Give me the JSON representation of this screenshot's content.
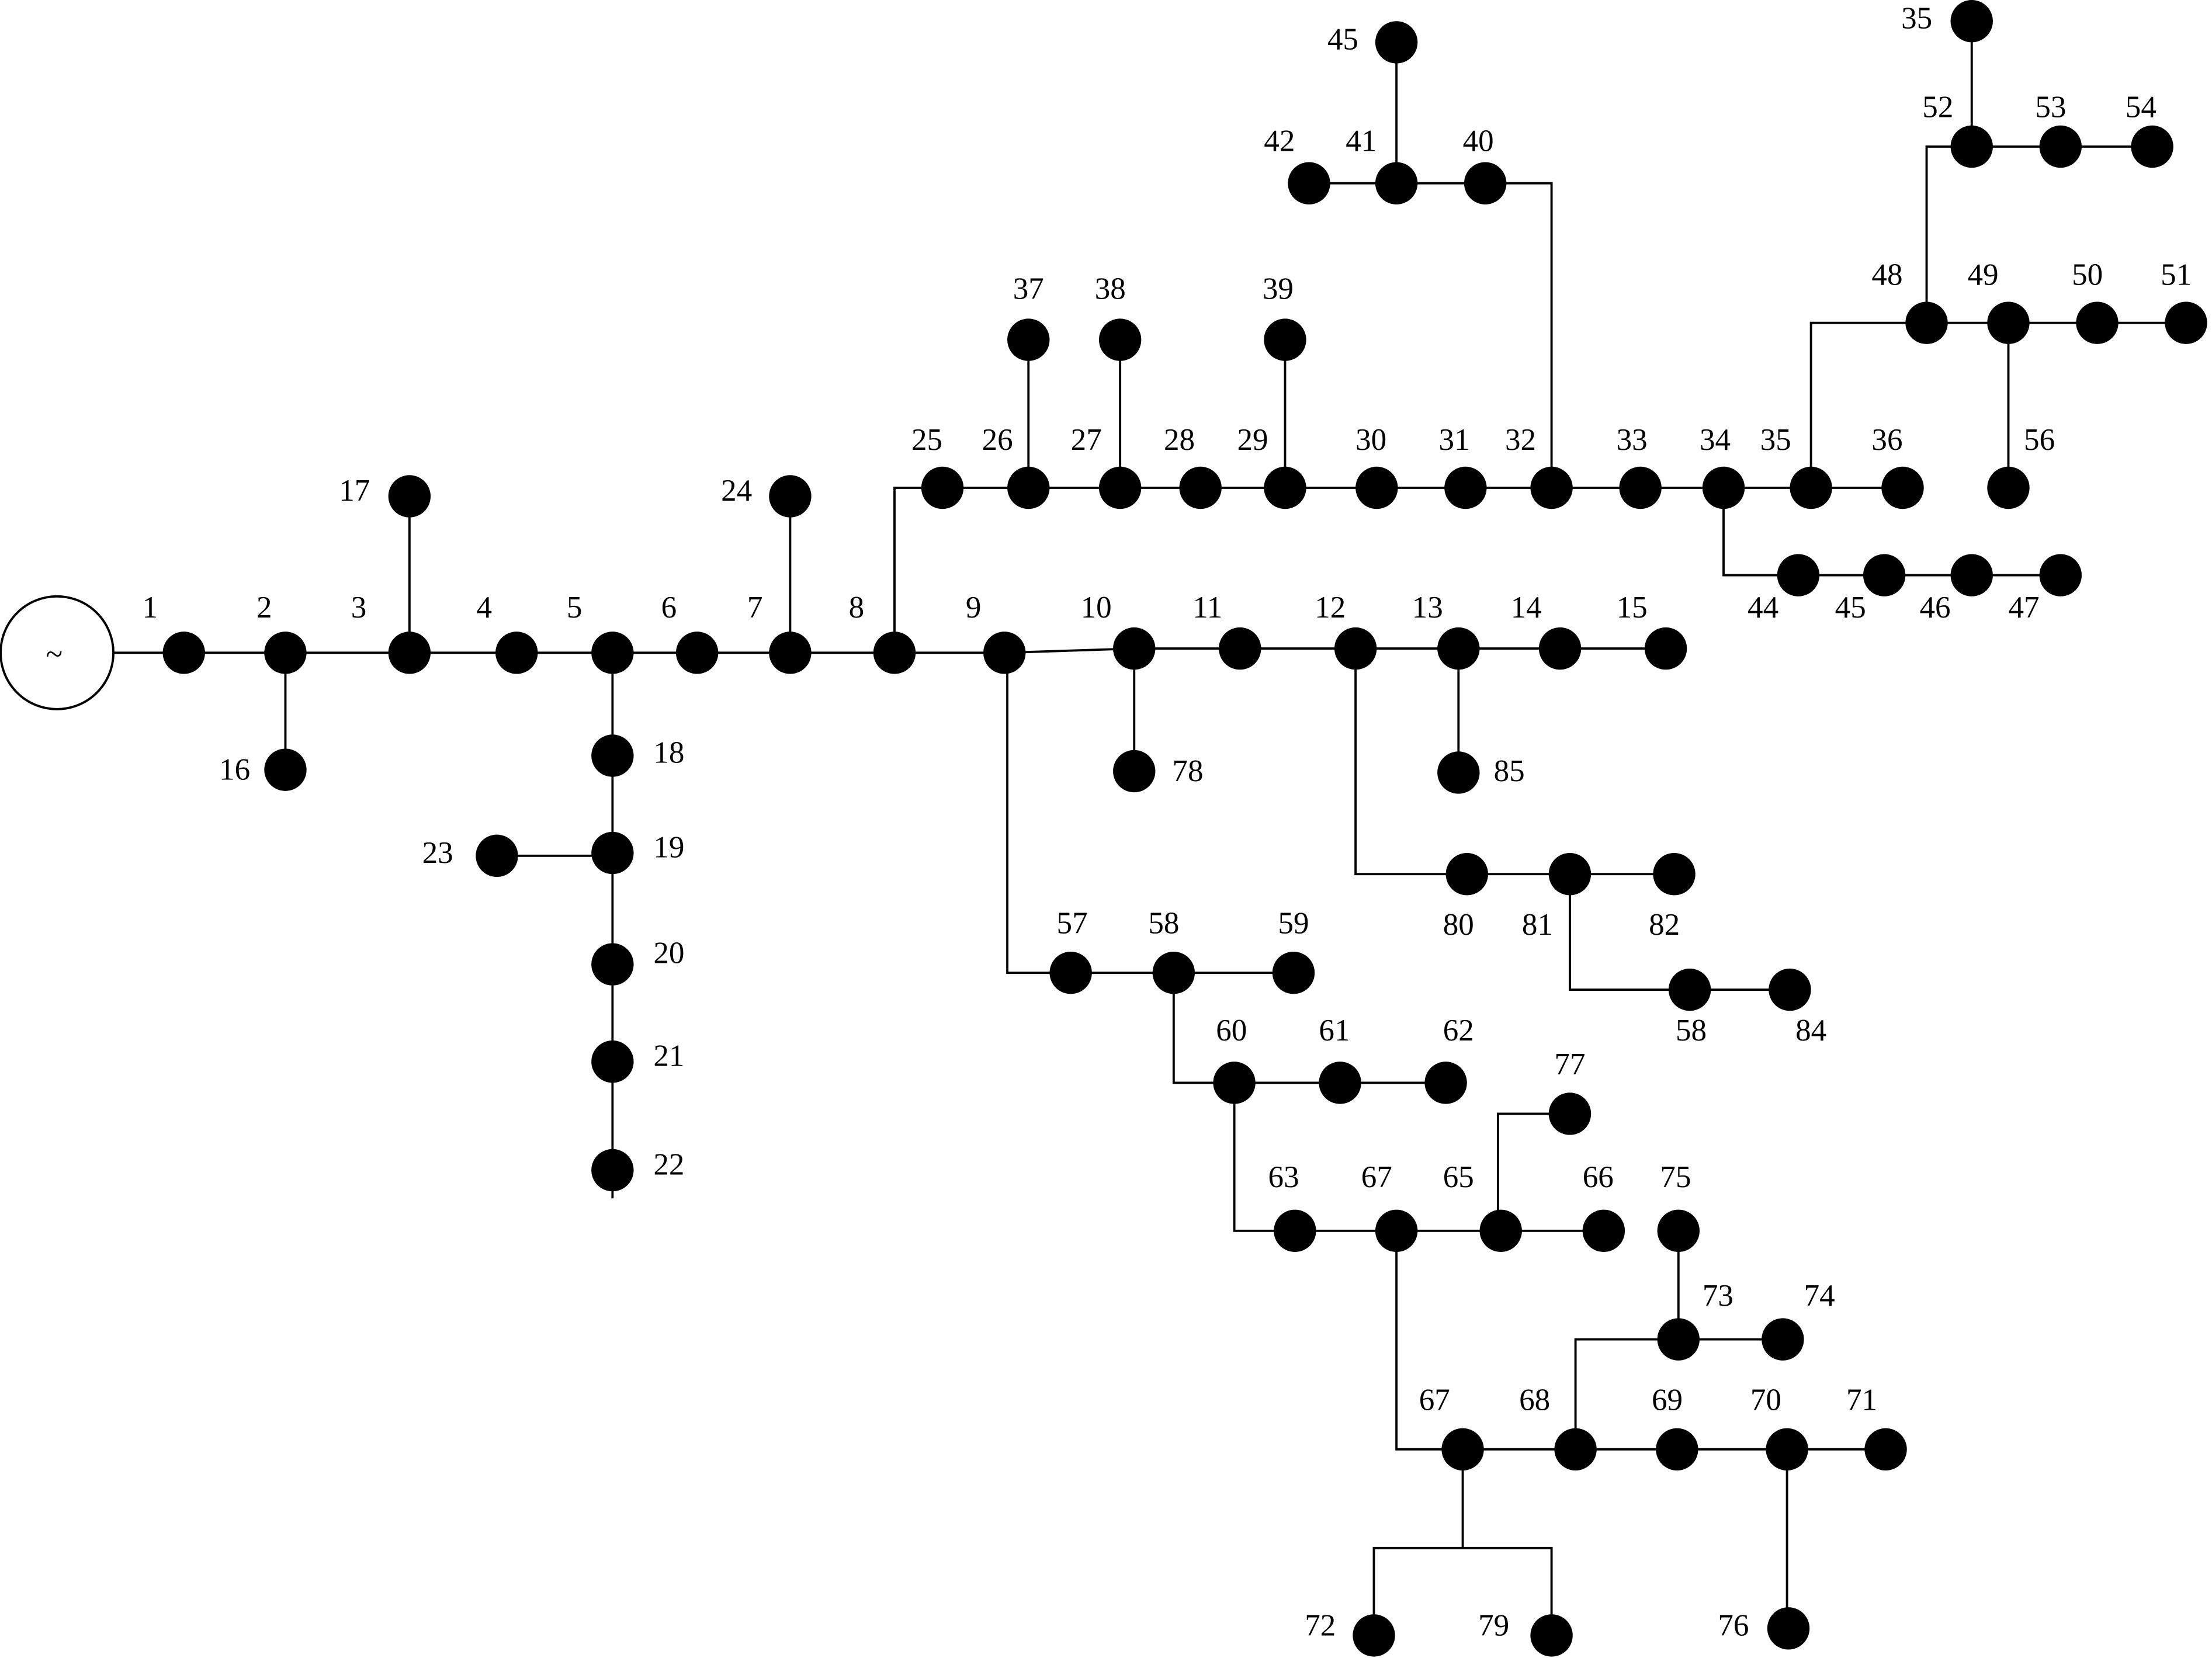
{
  "source": {
    "symbol": "~"
  },
  "nodes": [
    "1",
    "2",
    "3",
    "4",
    "5",
    "6",
    "7",
    "8",
    "9",
    "10",
    "11",
    "12",
    "13",
    "14",
    "15",
    "16",
    "17",
    "18",
    "19",
    "20",
    "21",
    "22",
    "23",
    "24",
    "25",
    "26",
    "27",
    "28",
    "29",
    "30",
    "31",
    "32",
    "33",
    "34",
    "35",
    "36",
    "37",
    "38",
    "39",
    "40",
    "41",
    "42",
    "45",
    "52",
    "35",
    "53",
    "54",
    "48",
    "49",
    "50",
    "51",
    "56",
    "44",
    "45",
    "46",
    "47",
    "78",
    "85",
    "80",
    "81",
    "82",
    "58",
    "84",
    "57",
    "58",
    "59",
    "60",
    "61",
    "62",
    "63",
    "67",
    "65",
    "66",
    "77",
    "75",
    "73",
    "74",
    "67",
    "68",
    "69",
    "70",
    "71",
    "72",
    "79",
    "76"
  ]
}
